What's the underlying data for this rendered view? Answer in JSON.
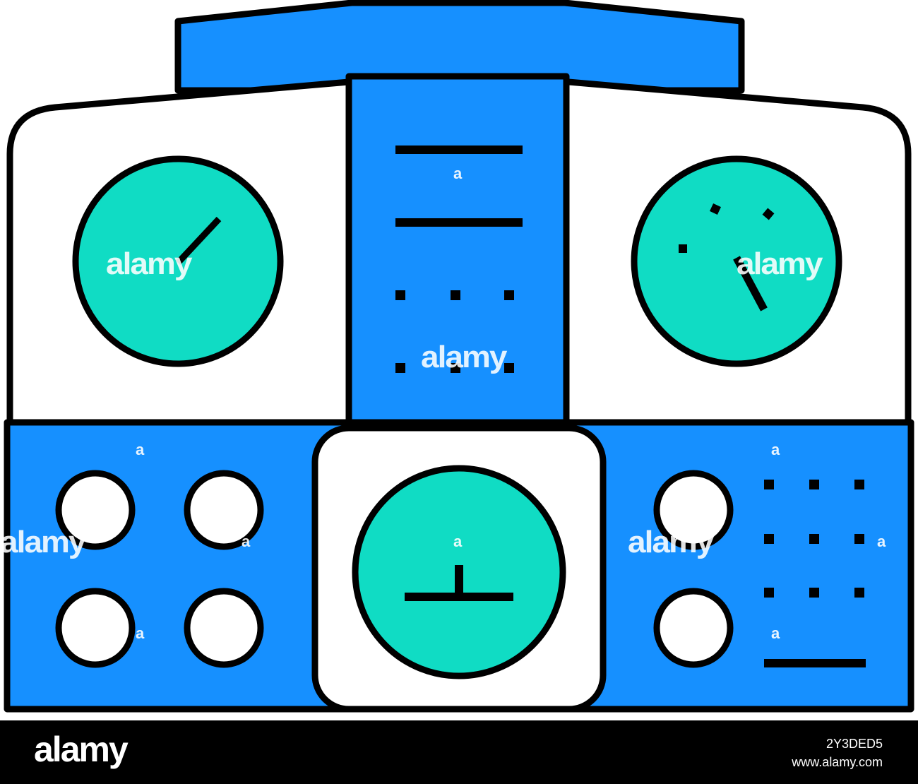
{
  "colors": {
    "outline": "#000000",
    "panel_blue": "#1690ff",
    "dial_teal": "#10dcc4",
    "panel_white": "#ffffff",
    "footer_bg": "#000000"
  },
  "watermark": {
    "text": "alamy",
    "small_mark": "a"
  },
  "footer": {
    "logo": "alamy",
    "image_id": "2Y3DED5",
    "url": "www.alamy.com"
  },
  "icons": {
    "artwork": "aircraft-dashboard-icon",
    "left_gauge": "gauge-needle-icon",
    "right_gauge": "gauge-ticks-icon",
    "center_gauge": "attitude-indicator-icon"
  }
}
